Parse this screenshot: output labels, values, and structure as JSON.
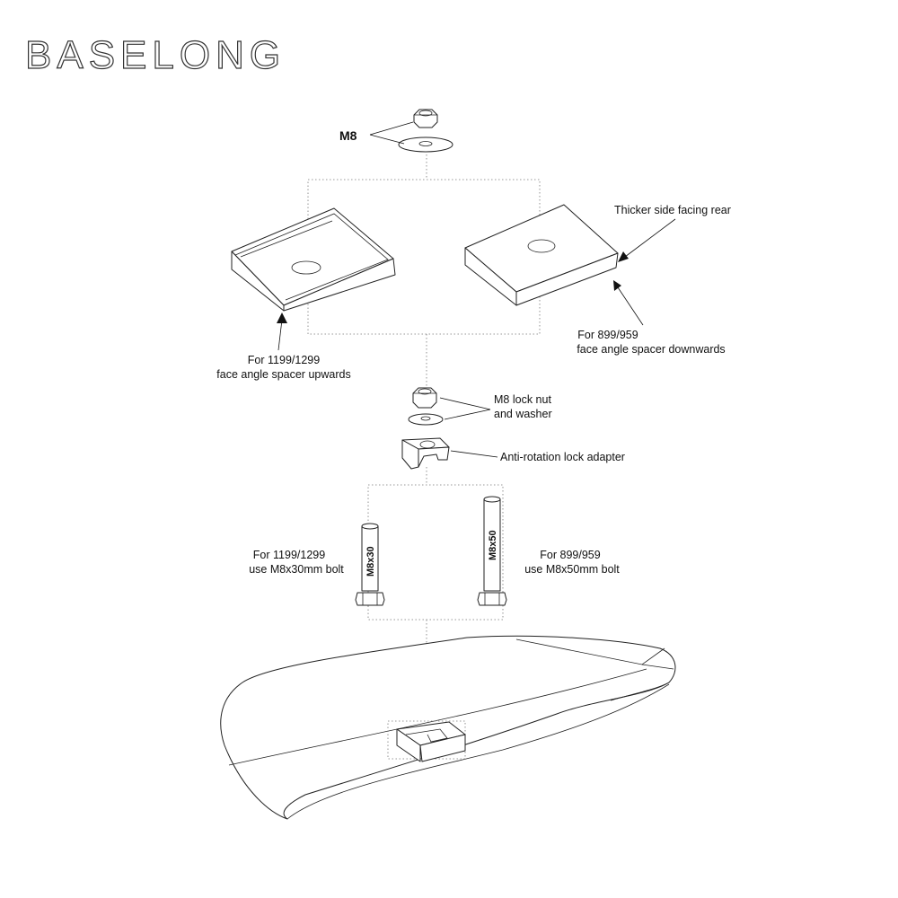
{
  "brand": "BASELONG",
  "labels": {
    "m8": "M8",
    "thicker_side": "Thicker side facing rear",
    "spacer_down_1": "For 899/959",
    "spacer_down_2": "face angle spacer downwards",
    "spacer_up_1": "For 1199/1299",
    "spacer_up_2": "face angle spacer upwards",
    "locknut_1": "M8 lock nut",
    "locknut_2": "and washer",
    "adapter": "Anti-rotation lock adapter",
    "bolt30_1": "For 1199/1299",
    "bolt30_2": "use M8x30mm bolt",
    "bolt50_1": "For 899/959",
    "bolt50_2": "use M8x50mm bolt",
    "bolt30_mark": "M8x30",
    "bolt50_mark": "M8x50"
  }
}
